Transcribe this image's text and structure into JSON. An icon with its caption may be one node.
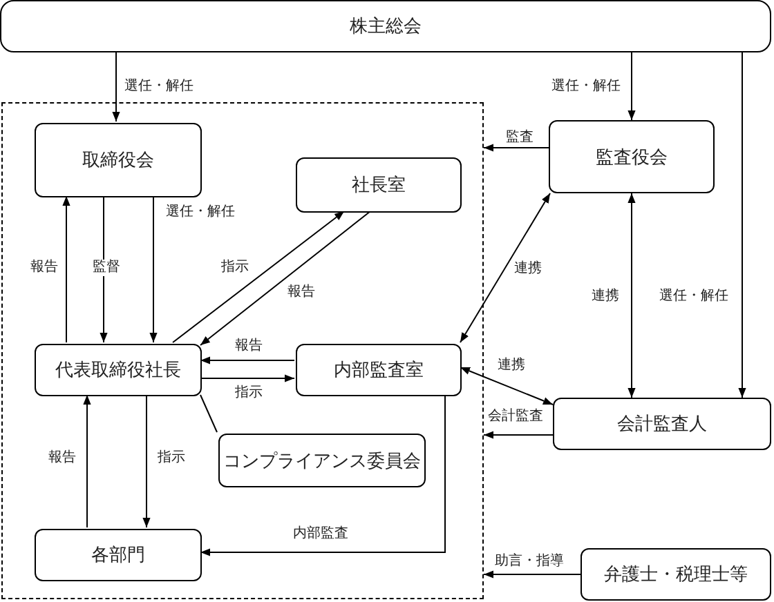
{
  "diagram": {
    "nodes": [
      {
        "text": [
          "株主総会"
        ]
      },
      {
        "text": [],
        "shape": "box"
      },
      {
        "text": [
          "取締役会"
        ],
        "in": 1
      },
      {
        "text": [
          "社長室"
        ],
        "in": 1
      },
      {
        "text": [
          "代表取締役社長"
        ],
        "in": 1
      },
      {
        "text": [
          "内部監査室"
        ],
        "in": 1
      },
      {
        "text": [
          "コンプライアンス委員会"
        ],
        "in": 1
      },
      {
        "text": [
          "各部門"
        ],
        "in": 1
      },
      {
        "text": [
          "監査役会"
        ]
      },
      {
        "text": [
          "会計監査人"
        ]
      },
      {
        "text": [
          "弁護士・税理士等"
        ]
      }
    ],
    "edges": [
      {
        "from": 0,
        "to": 2,
        "arrow": "to",
        "label": "選任・解任"
      },
      {
        "from": 0,
        "to": 8,
        "arrow": "to",
        "label": "選任・解任"
      },
      {
        "from": 0,
        "to": 9,
        "arrow": "to",
        "label": "選任・解任"
      },
      {
        "from": 2,
        "to": 4,
        "arrow": "to",
        "label": "監督"
      },
      {
        "from": 4,
        "to": 2,
        "arrow": "to",
        "label": "報告"
      },
      {
        "from": 2,
        "to": 4,
        "arrow": "to",
        "label": "選任・解任"
      },
      {
        "from": 4,
        "to": 3,
        "arrow": "to",
        "label": "指示"
      },
      {
        "from": 3,
        "to": 4,
        "arrow": "to",
        "label": "報告"
      },
      {
        "from": 5,
        "to": 4,
        "arrow": "to",
        "label": "報告"
      },
      {
        "from": 4,
        "to": 5,
        "arrow": "to",
        "label": "指示"
      },
      {
        "from": 4,
        "to": 6,
        "arrow": "none"
      },
      {
        "from": 4,
        "to": 7,
        "arrow": "to",
        "label": "指示"
      },
      {
        "from": 7,
        "to": 4,
        "arrow": "to",
        "label": "報告"
      },
      {
        "from": 5,
        "to": 7,
        "arrow": "to",
        "label": "内部監査"
      },
      {
        "from": 8,
        "to": 1,
        "arrow": "to",
        "label": "監査"
      },
      {
        "from": 8,
        "to": 5,
        "arrow": "both",
        "label": "連携"
      },
      {
        "from": 8,
        "to": 9,
        "arrow": "both",
        "label": "連携"
      },
      {
        "from": 9,
        "to": 5,
        "arrow": "both",
        "label": "連携"
      },
      {
        "from": 9,
        "to": 1,
        "arrow": "to",
        "label": "会計監査"
      },
      {
        "from": 10,
        "to": 1,
        "arrow": "to",
        "label": "助言・指導"
      }
    ]
  }
}
